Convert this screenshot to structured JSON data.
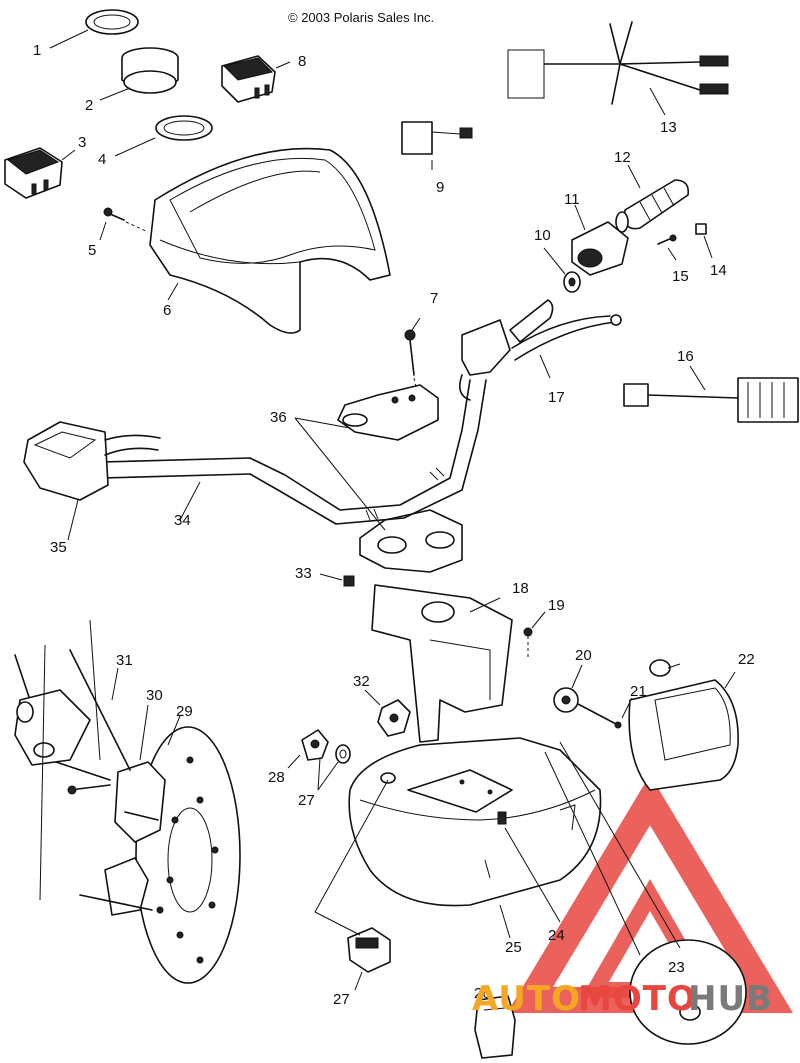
{
  "copyright": "© 2003 Polaris Sales Inc.",
  "callouts": [
    "1",
    "2",
    "3",
    "4",
    "5",
    "6",
    "7",
    "8",
    "9",
    "10",
    "11",
    "12",
    "13",
    "14",
    "15",
    "16",
    "17",
    "18",
    "19",
    "20",
    "21",
    "22",
    "23",
    "24",
    "25",
    "26",
    "27",
    "27",
    "28",
    "29",
    "30",
    "31",
    "32",
    "33",
    "34",
    "35",
    "36"
  ],
  "watermark": {
    "text_auto": "AUTO",
    "text_moto": "MOTO",
    "text_hub": "HUB",
    "colors": {
      "red": "#e8473f",
      "orange": "#f5a623",
      "gray": "#7a7a7a"
    }
  }
}
